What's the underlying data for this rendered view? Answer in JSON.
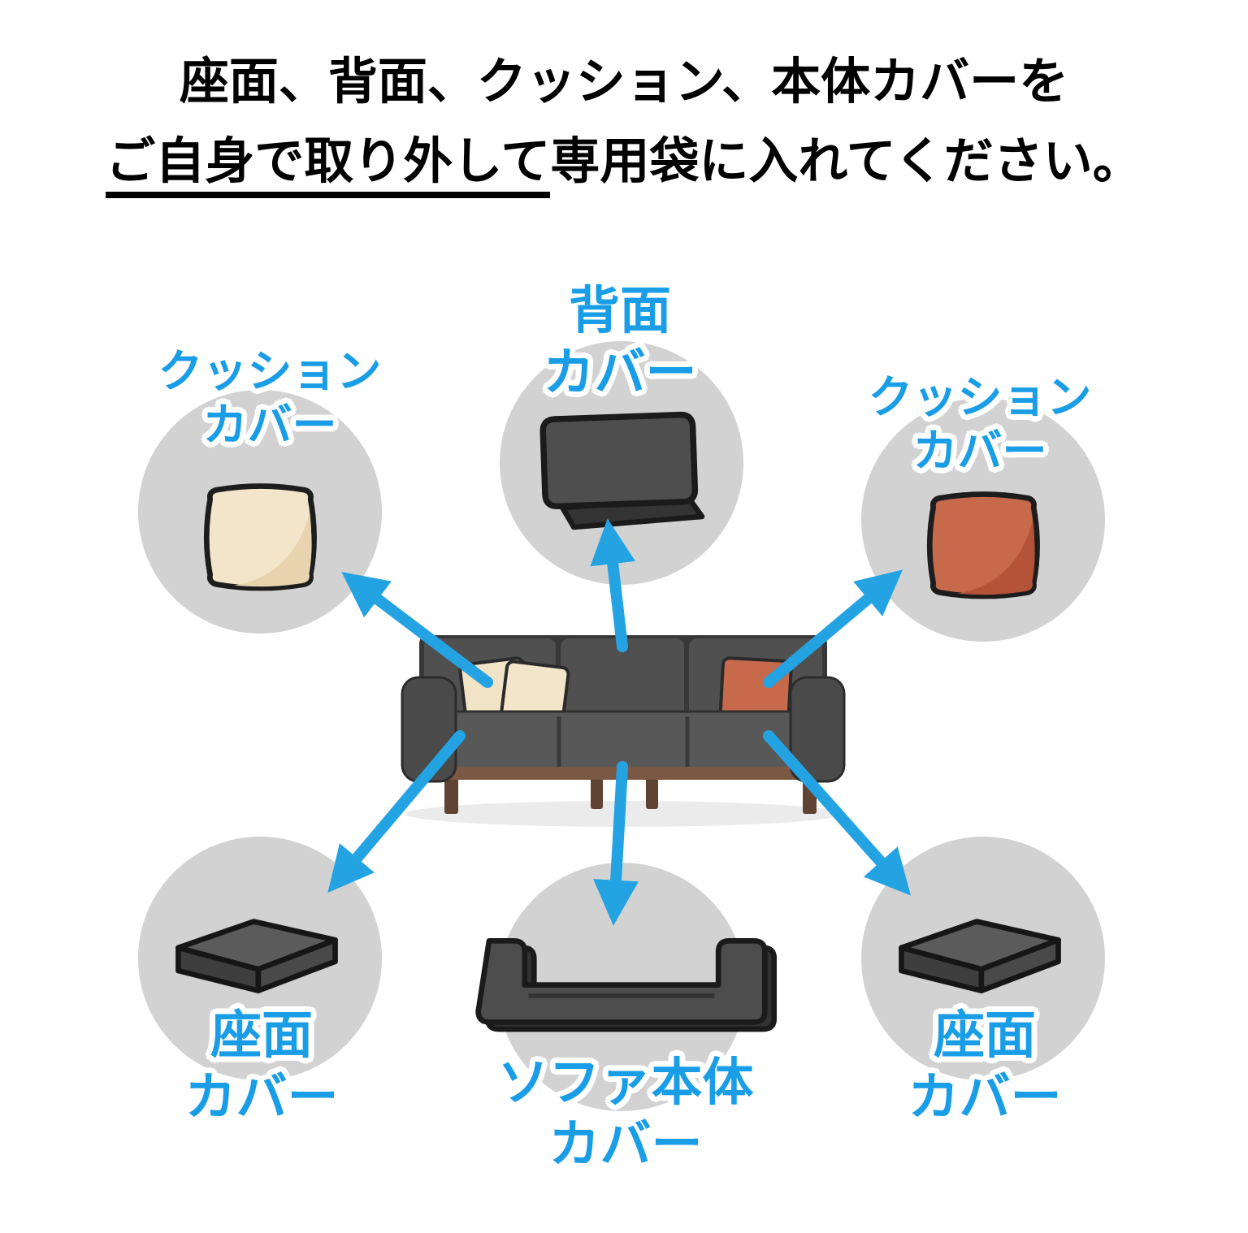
{
  "title": {
    "line1": "座面、背面、クッション、本体カバーを",
    "line2_underlined": "ご自身で取り外して",
    "line2_rest": "専用袋に入れてください。"
  },
  "labels": {
    "cushion_left": {
      "line1": "クッション",
      "line2": "カバー"
    },
    "back": {
      "line1": "背面",
      "line2": "カバー"
    },
    "cushion_right": {
      "line1": "クッション",
      "line2": "カバー"
    },
    "seat_left": {
      "line1": "座面",
      "line2": "カバー"
    },
    "body": {
      "line1": "ソファ本体",
      "line2": "カバー"
    },
    "seat_right": {
      "line1": "座面",
      "line2": "カバー"
    }
  },
  "colors": {
    "label_blue": "#189de6",
    "arrow_blue": "#24a3e3",
    "circle_gray": "#d2d2d2",
    "sofa_gray": "#4e4e4e",
    "cushion_beige": "#f3e5c9",
    "cushion_orange": "#c7694b"
  }
}
